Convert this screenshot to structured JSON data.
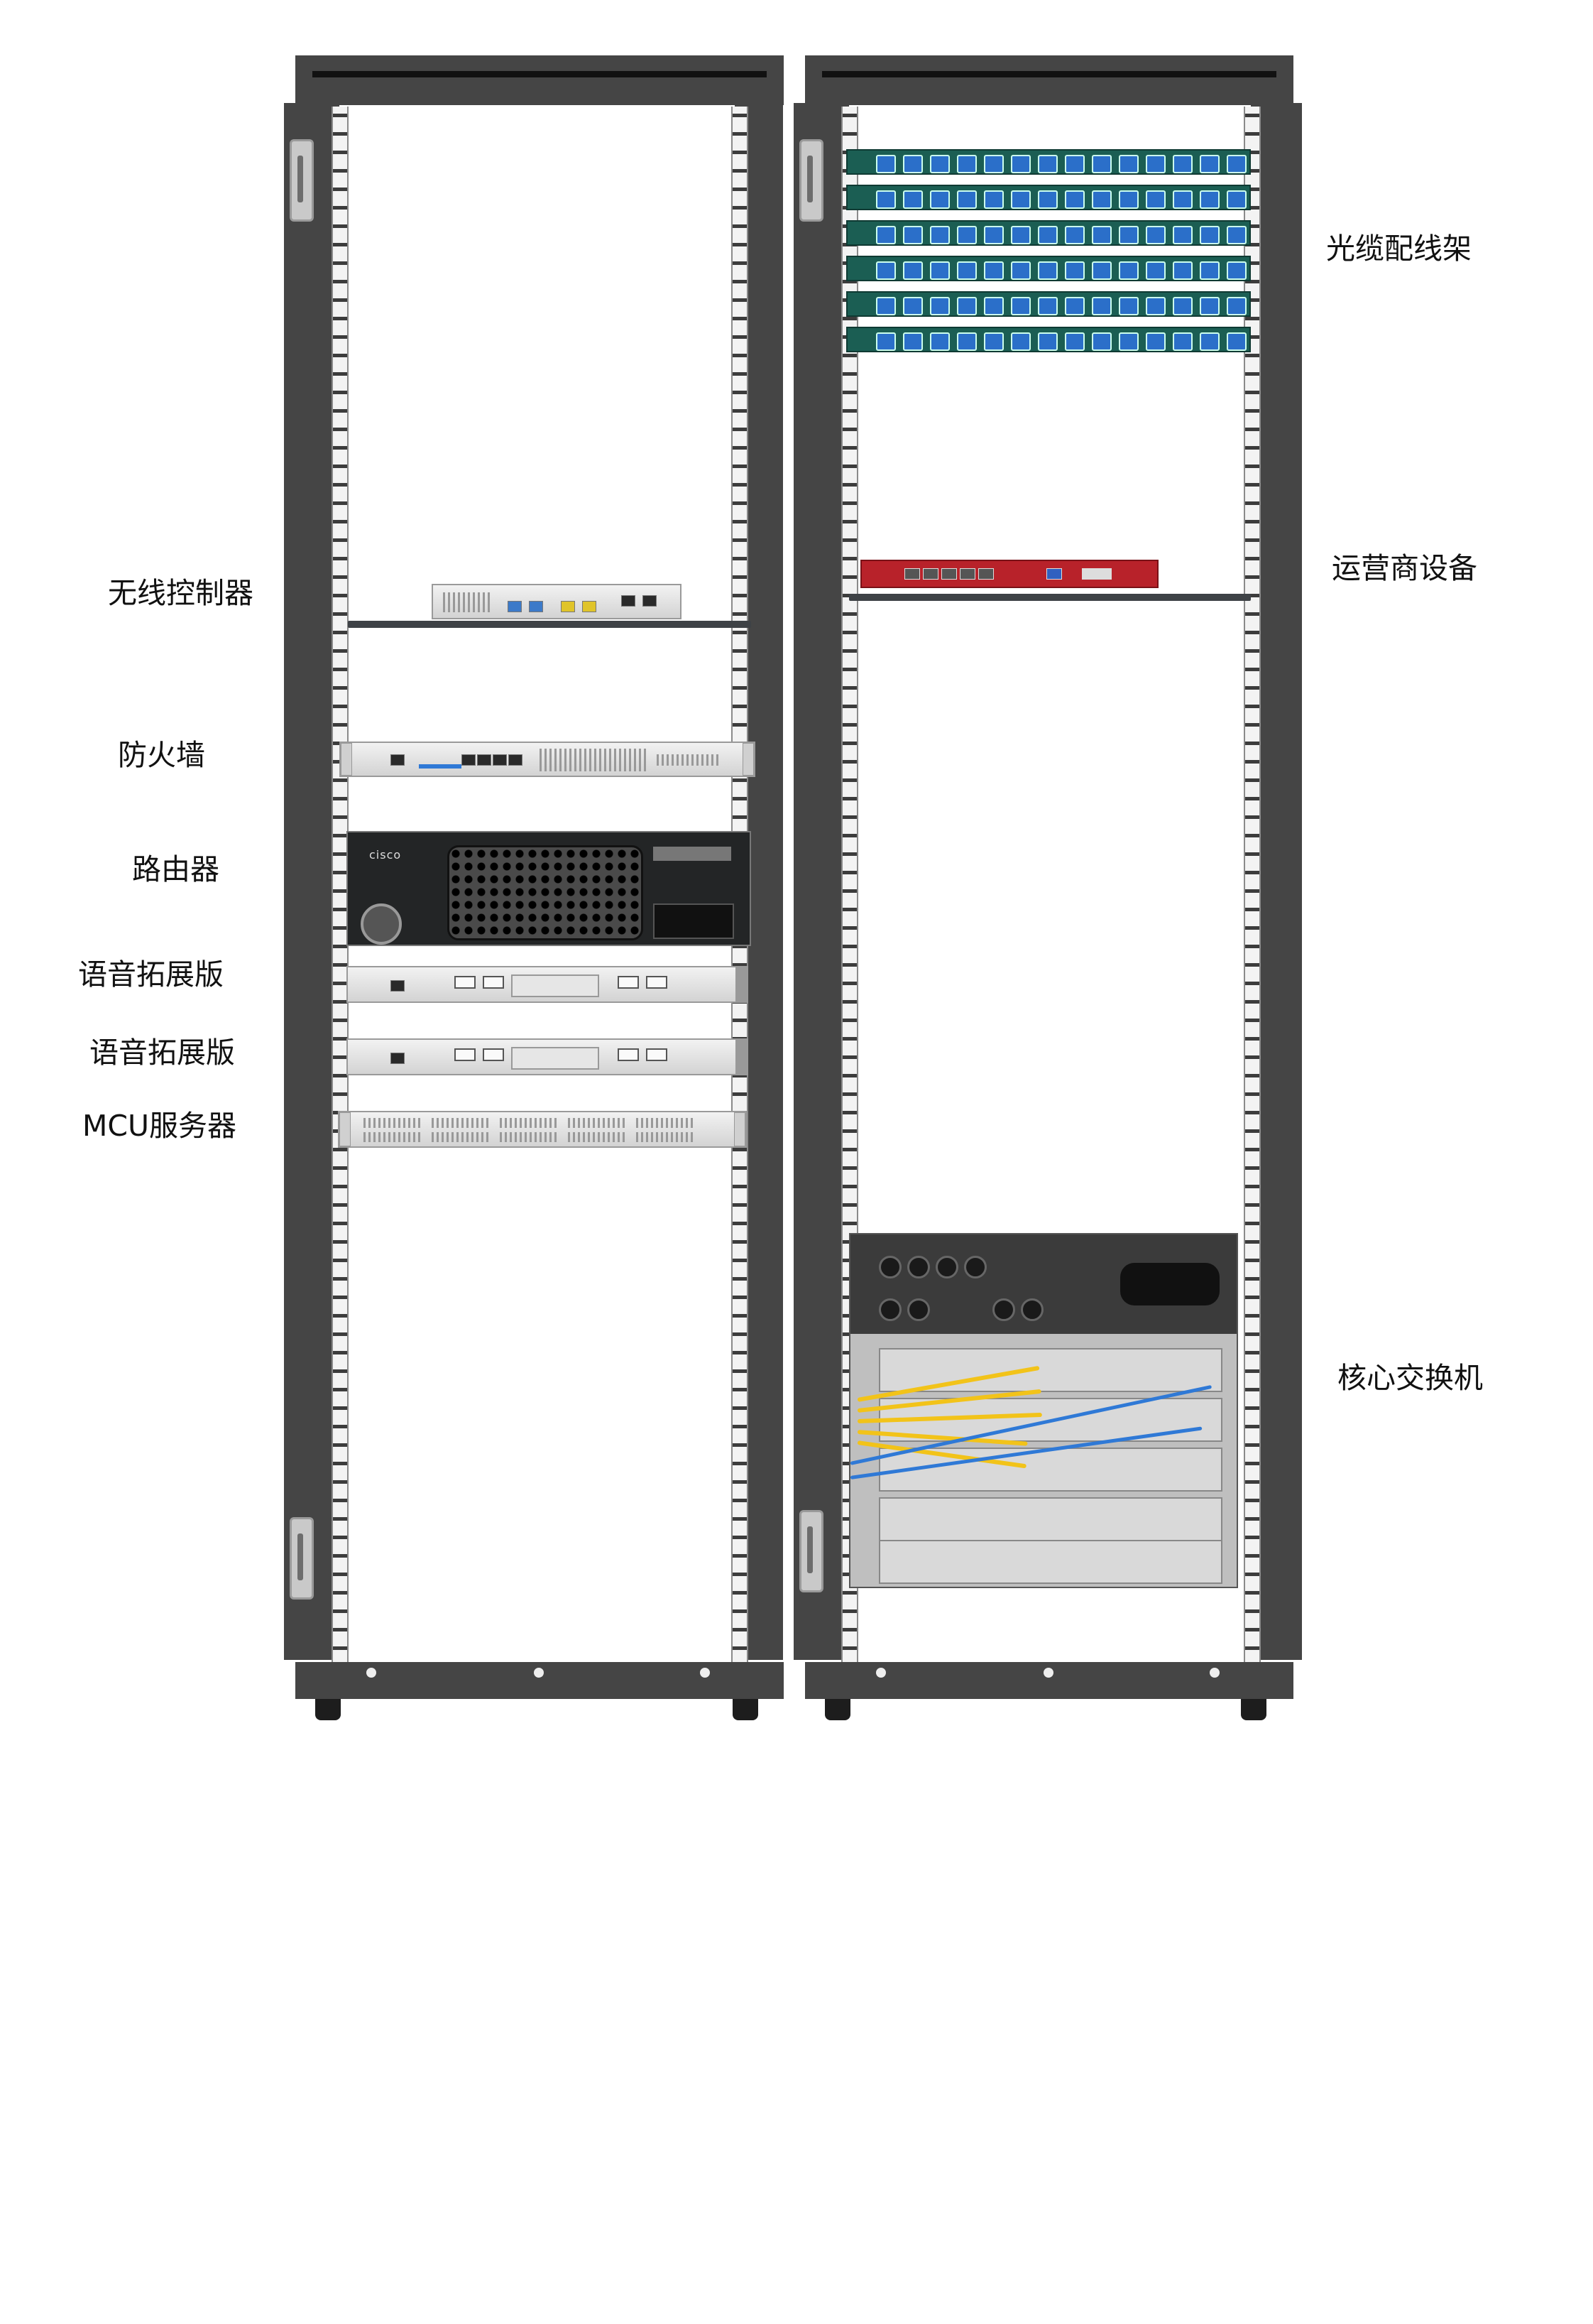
{
  "left_rack_labels": {
    "wireless_controller": "无线控制器",
    "firewall": "防火墙",
    "router": "路由器",
    "voice_card_1": "语音拓展版",
    "voice_card_2": "语音拓展版",
    "mcu_server": "MCU服务器"
  },
  "right_rack_labels": {
    "fiber_patch_panel": "光缆配线架",
    "carrier_equipment": "运营商设备",
    "core_switch": "核心交换机"
  },
  "router_brand": "cisco",
  "colors": {
    "rack_frame": "#454545",
    "patch_panel": "#1b5e53",
    "lc_connector": "#2b6fc9",
    "carrier_device": "#b8222a",
    "fiber_cable": "#f2c319",
    "network_cable": "#2f79d6"
  }
}
